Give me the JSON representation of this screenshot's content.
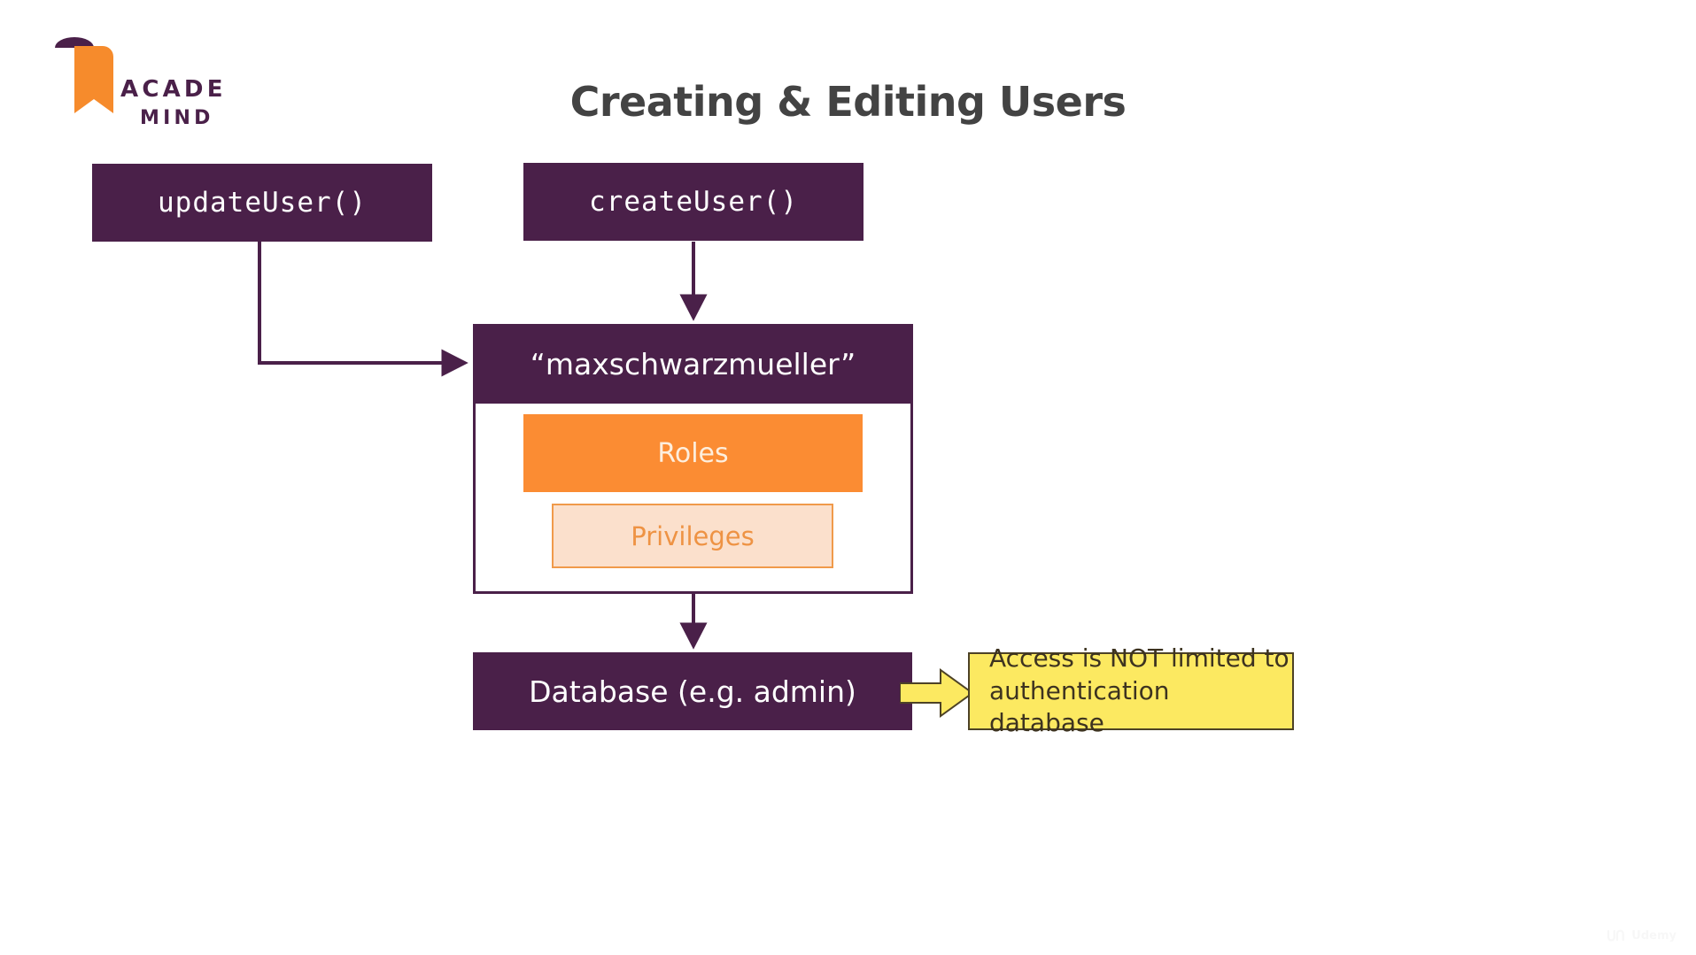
{
  "slide": {
    "title": "Creating & Editing Users",
    "background_color": "#ffffff"
  },
  "logo": {
    "name": "academind-logo",
    "line1": "ACADE",
    "line2": "MIND",
    "mark_color": "#f68b2c",
    "text_color": "#4a2049"
  },
  "colors": {
    "purple": "#4a2049",
    "orange": "#fb8c33",
    "orange_light_fill": "#fbe0cc",
    "orange_border": "#f09a4a",
    "orange_text": "#ee9344",
    "yellow": "#fce961",
    "callout_border": "#4d4226",
    "title_gray": "#434343",
    "white": "#ffffff"
  },
  "nodes": {
    "update_user": {
      "label": "updateUser()",
      "style": "purple-mono"
    },
    "create_user": {
      "label": "createUser()",
      "style": "purple-mono"
    },
    "user_card_header": {
      "label": "“maxschwarzmueller”",
      "style": "purple-sans"
    },
    "roles": {
      "label": "Roles",
      "style": "orange-solid"
    },
    "privileges": {
      "label": "Privileges",
      "style": "orange-outline"
    },
    "database": {
      "label": "Database (e.g. admin)",
      "style": "purple-sans"
    }
  },
  "callout": {
    "line1": "Access is NOT limited to",
    "line2": "authentication database",
    "arrow": "block-arrow-right"
  },
  "connectors": [
    {
      "from": "create_user",
      "to": "user_card_header",
      "type": "vertical-arrow"
    },
    {
      "from": "update_user",
      "to": "user_card_header",
      "type": "elbow-arrow"
    },
    {
      "from": "user_card",
      "to": "database",
      "type": "vertical-arrow"
    }
  ],
  "watermark": {
    "label": "Udemy"
  }
}
